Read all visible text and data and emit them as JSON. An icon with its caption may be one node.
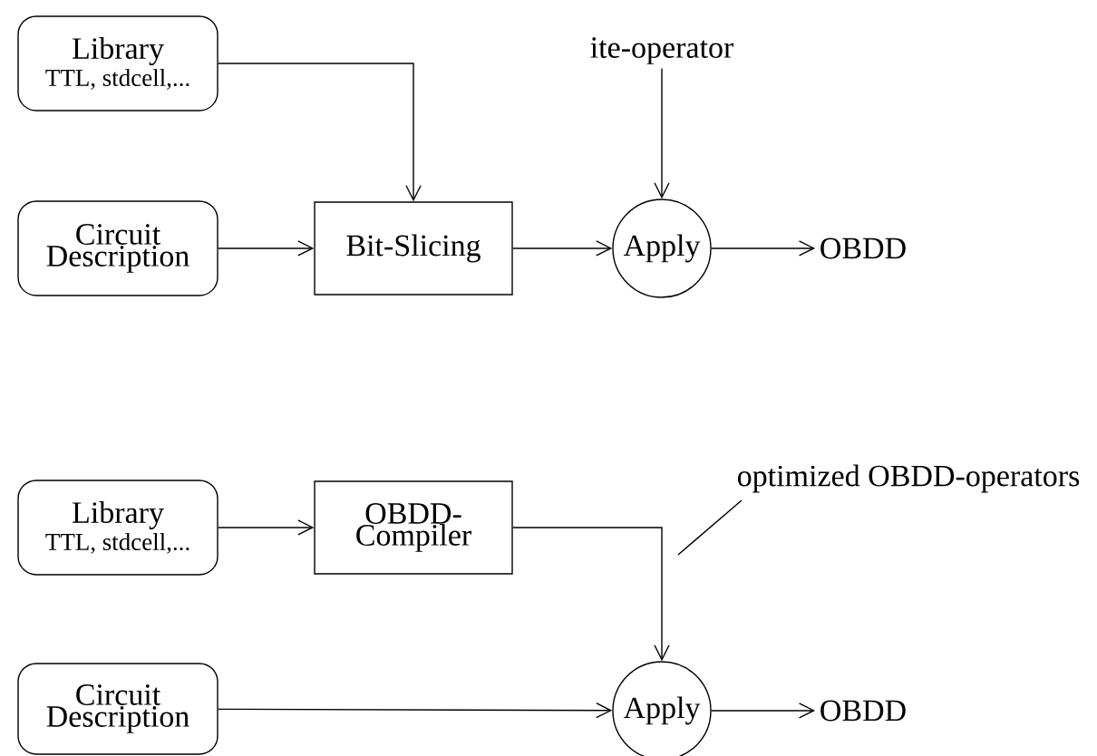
{
  "diagram": {
    "nodes": [
      {
        "text": [
          "Library",
          "TTL, stdcell,..."
        ]
      },
      {
        "text": [
          "Circuit Description"
        ]
      },
      {
        "text": [
          "Bit-Slicing"
        ]
      },
      {
        "text": [
          "ite-operator"
        ]
      },
      {
        "text": [
          "Apply"
        ]
      },
      {
        "text": [
          "OBDD"
        ]
      },
      {
        "text": [
          "Library",
          "TTL, stdcell,..."
        ]
      },
      {
        "text": [
          "OBDD- Compiler"
        ]
      },
      {
        "text": [
          "optimized OBDD-operators"
        ]
      },
      {
        "text": [
          "Circuit Description"
        ]
      },
      {
        "text": [
          "Apply"
        ]
      },
      {
        "text": [
          "OBDD"
        ]
      }
    ],
    "edges": [
      {
        "from": 0,
        "to": 2,
        "arrow": "to"
      },
      {
        "from": 1,
        "to": 2,
        "arrow": "to"
      },
      {
        "from": 3,
        "to": 4,
        "arrow": "to"
      },
      {
        "from": 2,
        "to": 4,
        "arrow": "to"
      },
      {
        "from": 4,
        "to": 5,
        "arrow": "to"
      },
      {
        "from": 6,
        "to": 7,
        "arrow": "to"
      },
      {
        "from": 8,
        "to": null,
        "arrow": "none"
      },
      {
        "from": 7,
        "to": 10,
        "arrow": "to"
      },
      {
        "from": 9,
        "to": 10,
        "arrow": "to"
      },
      {
        "from": 10,
        "to": 11,
        "arrow": "to"
      }
    ]
  }
}
